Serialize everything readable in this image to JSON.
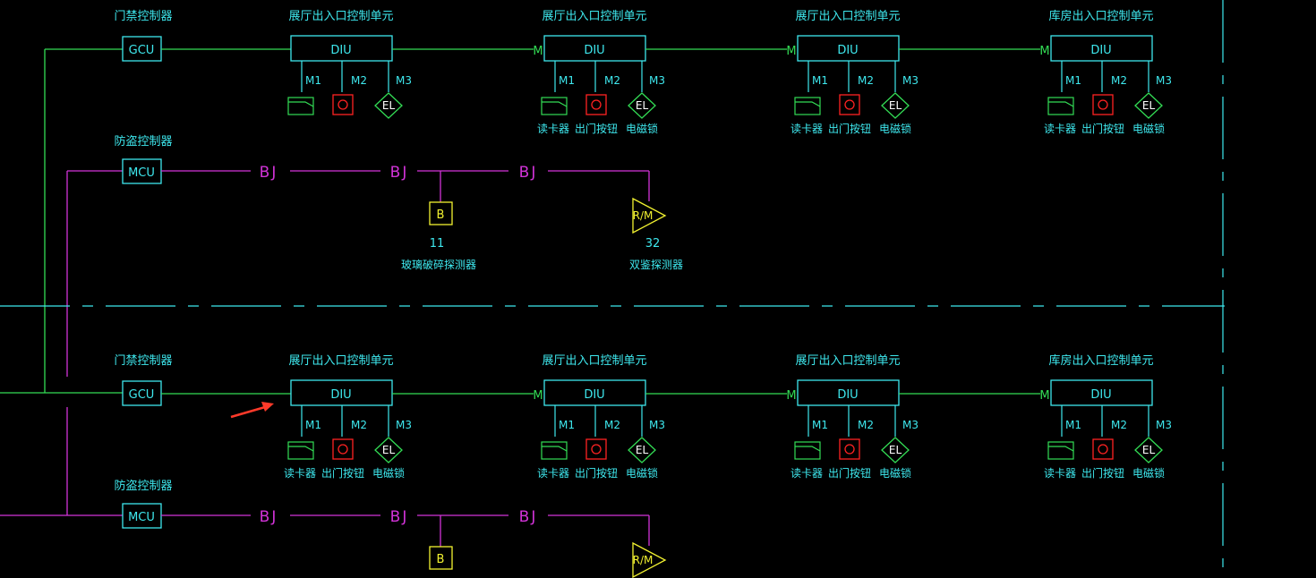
{
  "colors": {
    "background": "#000000",
    "cyan": "#3ee8ee",
    "green": "#33dd55",
    "magenta": "#d233d8",
    "yellow": "#f2f230",
    "red": "#ff2222",
    "white": "#ffffff",
    "arrow": "#ff3a2a"
  },
  "icons": {
    "reader": "card-reader-icon",
    "exit_button": "exit-button-icon",
    "electric_lock": "electric-lock-icon",
    "glass_break": "glass-break-detector-icon",
    "dual_tech": "dual-tech-detector-icon",
    "pointer": "red-arrow-icon"
  },
  "labels": {
    "gcu_caption": "门禁控制器",
    "gcu": "GCU",
    "mcu_caption": "防盗控制器",
    "mcu": "MCU",
    "diu": "DIU",
    "m_link": "M",
    "m1": "M1",
    "m2": "M2",
    "m3": "M3",
    "el": "EL",
    "reader": "读卡器",
    "exit_button": "出门按钮",
    "electric_lock": "电磁锁",
    "bj": "BJ",
    "b": "B",
    "rm": "R/M"
  },
  "sections": [
    {
      "units": [
        {
          "title": "展厅出入口控制单元",
          "captions": false
        },
        {
          "title": "展厅出入口控制单元",
          "captions": true
        },
        {
          "title": "展厅出入口控制单元",
          "captions": true
        },
        {
          "title": "库房出入口控制单元",
          "captions": true
        }
      ],
      "glass_break": {
        "number": "11",
        "label": "玻璃破碎探测器"
      },
      "dual_tech": {
        "number": "32",
        "label": "双鉴探测器"
      }
    },
    {
      "units": [
        {
          "title": "展厅出入口控制单元",
          "captions": true
        },
        {
          "title": "展厅出入口控制单元",
          "captions": true
        },
        {
          "title": "展厅出入口控制单元",
          "captions": true
        },
        {
          "title": "库房出入口控制单元",
          "captions": true
        }
      ]
    }
  ]
}
